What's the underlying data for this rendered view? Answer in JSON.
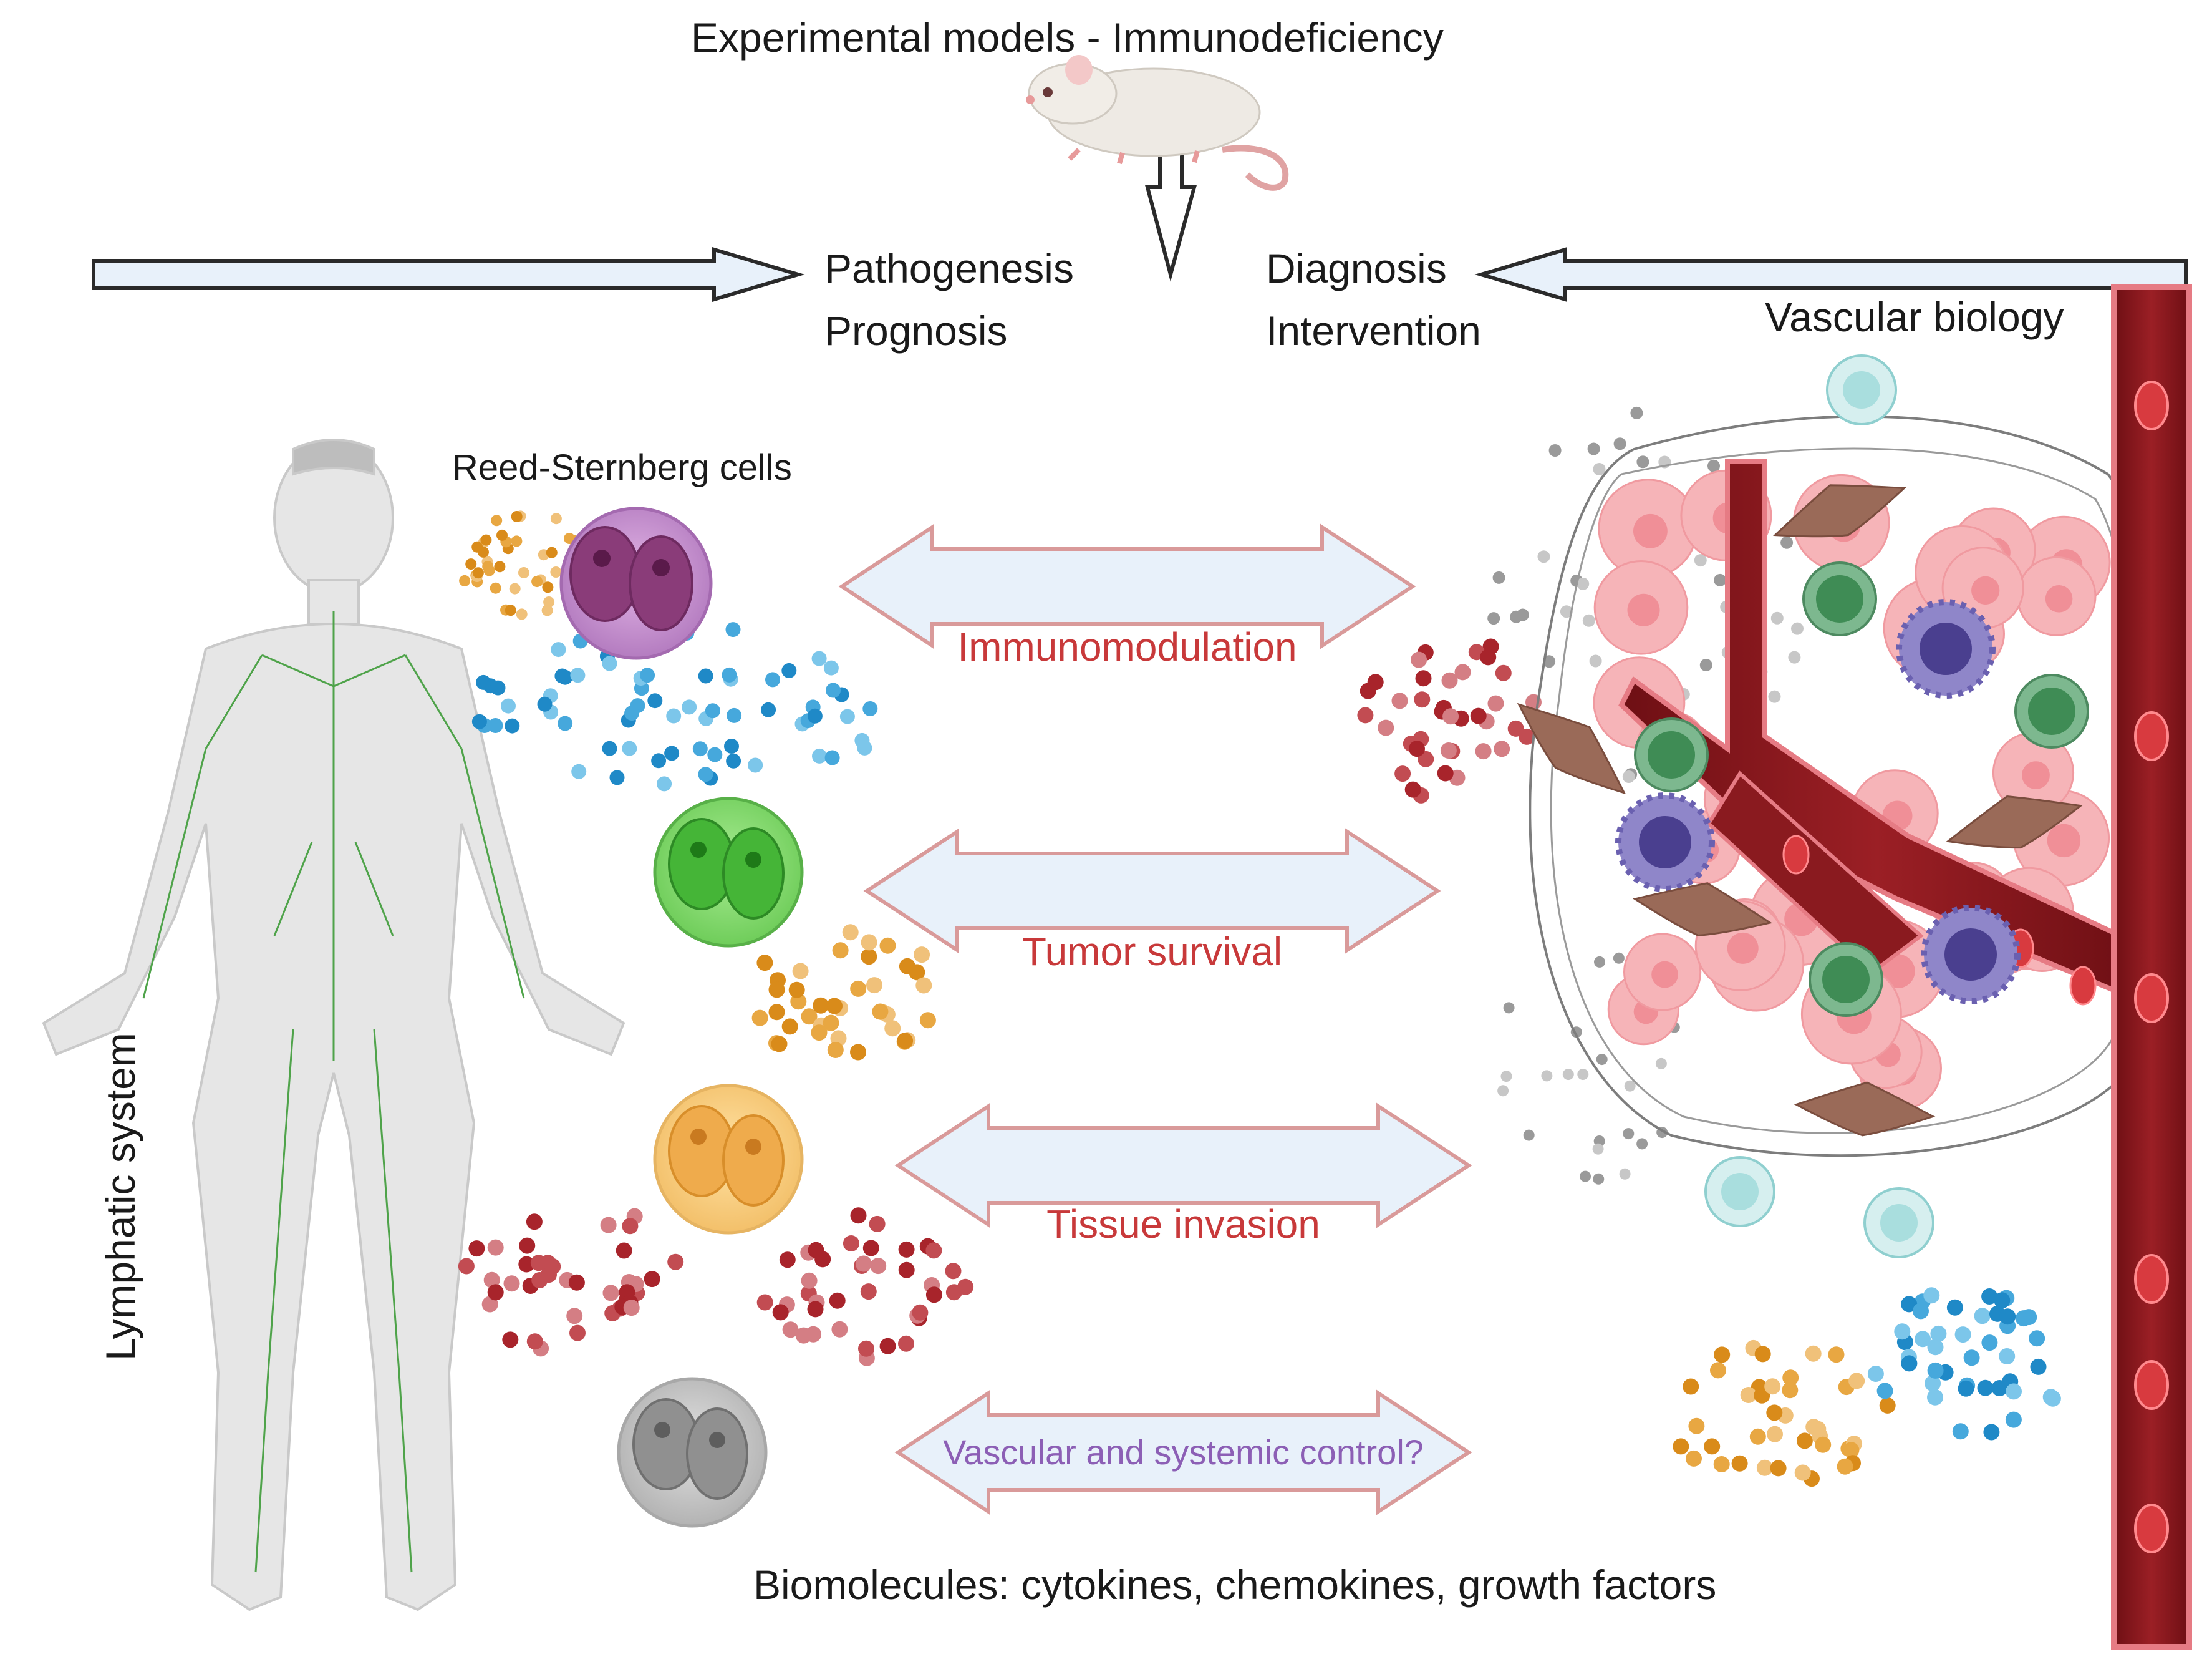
{
  "title": "Experimental models - Immunodeficiency",
  "top_left": {
    "line1": "Pathogenesis",
    "line2": "Prognosis"
  },
  "top_right": {
    "line1": "Diagnosis",
    "line2": "Intervention"
  },
  "labels": {
    "vascular": "Vascular biology",
    "reed_sternberg": "Reed-Sternberg cells",
    "lymphatic": "Lymphatic system",
    "biomolecules": "Biomolecules: cytokines, chemokines, growth factors"
  },
  "arrows": [
    {
      "label": "Immunomodulation",
      "color": "#c8393a"
    },
    {
      "label": "Tumor survival",
      "color": "#c8393a"
    },
    {
      "label": "Tissue invasion",
      "color": "#c8393a"
    },
    {
      "label": "Vascular and systemic control?",
      "color": "#8c5fb5"
    }
  ],
  "colors": {
    "arrow_fill": "#e8f1fa",
    "arrow_stroke": "#d99a9a",
    "rs_purple": "#b47cc0",
    "rs_green": "#6fcd5a",
    "rs_orange": "#f3c06a",
    "rs_gray": "#b8b8b8",
    "vessel": "#8a1a1f",
    "tumor_cell": "#f6b4b8"
  }
}
